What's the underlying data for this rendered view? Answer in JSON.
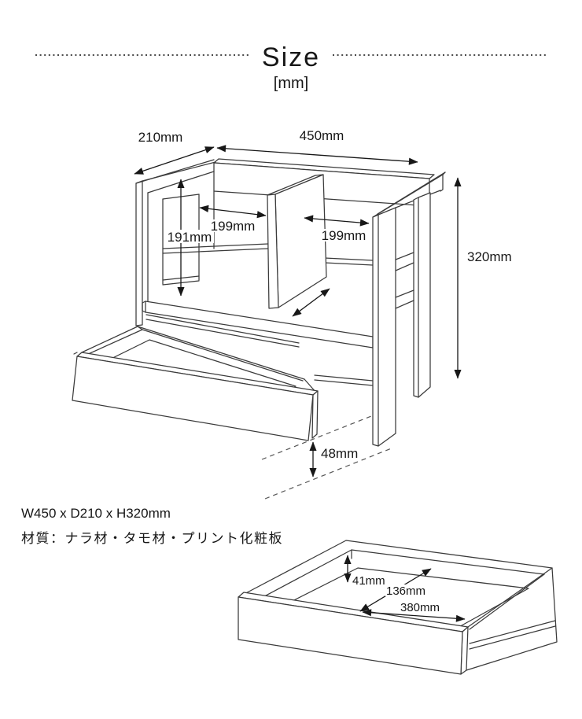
{
  "header": {
    "title": "Size",
    "unit_label": "[mm]"
  },
  "main_diagram": {
    "labels": {
      "depth": "210mm",
      "width": "450mm",
      "inner_height": "191mm",
      "left_compartment": "199mm",
      "right_compartment": "199mm",
      "height": "320mm",
      "floor_clearance": "48mm"
    }
  },
  "drawer_diagram": {
    "labels": {
      "inner_height": "41mm",
      "inner_depth": "136mm",
      "inner_width": "380mm"
    }
  },
  "footer": {
    "overall_size": "W450 x D210 x H320mm",
    "material": "材質：ナラ材・タモ材・プリント化粧板"
  }
}
